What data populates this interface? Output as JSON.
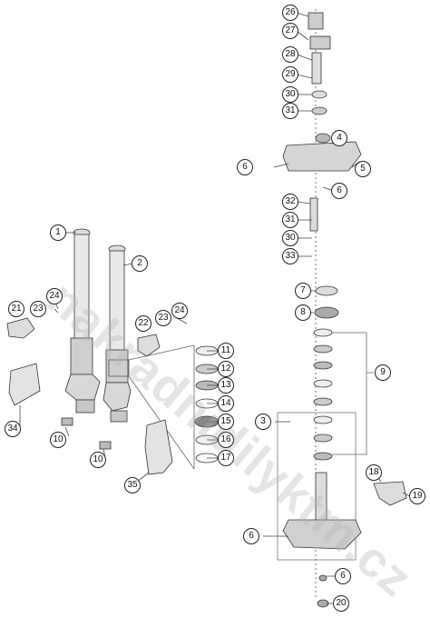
{
  "watermark": "nakradnidilyktm.cz",
  "callouts": [
    "1",
    "2",
    "3",
    "4",
    "5",
    "6",
    "6",
    "6",
    "6",
    "7",
    "8",
    "9",
    "10",
    "10",
    "11",
    "12",
    "13",
    "14",
    "15",
    "16",
    "17",
    "18",
    "19",
    "20",
    "21",
    "22",
    "23",
    "23",
    "24",
    "24",
    "26",
    "27",
    "28",
    "29",
    "30",
    "30",
    "31",
    "31",
    "32",
    "33",
    "34",
    "35"
  ]
}
